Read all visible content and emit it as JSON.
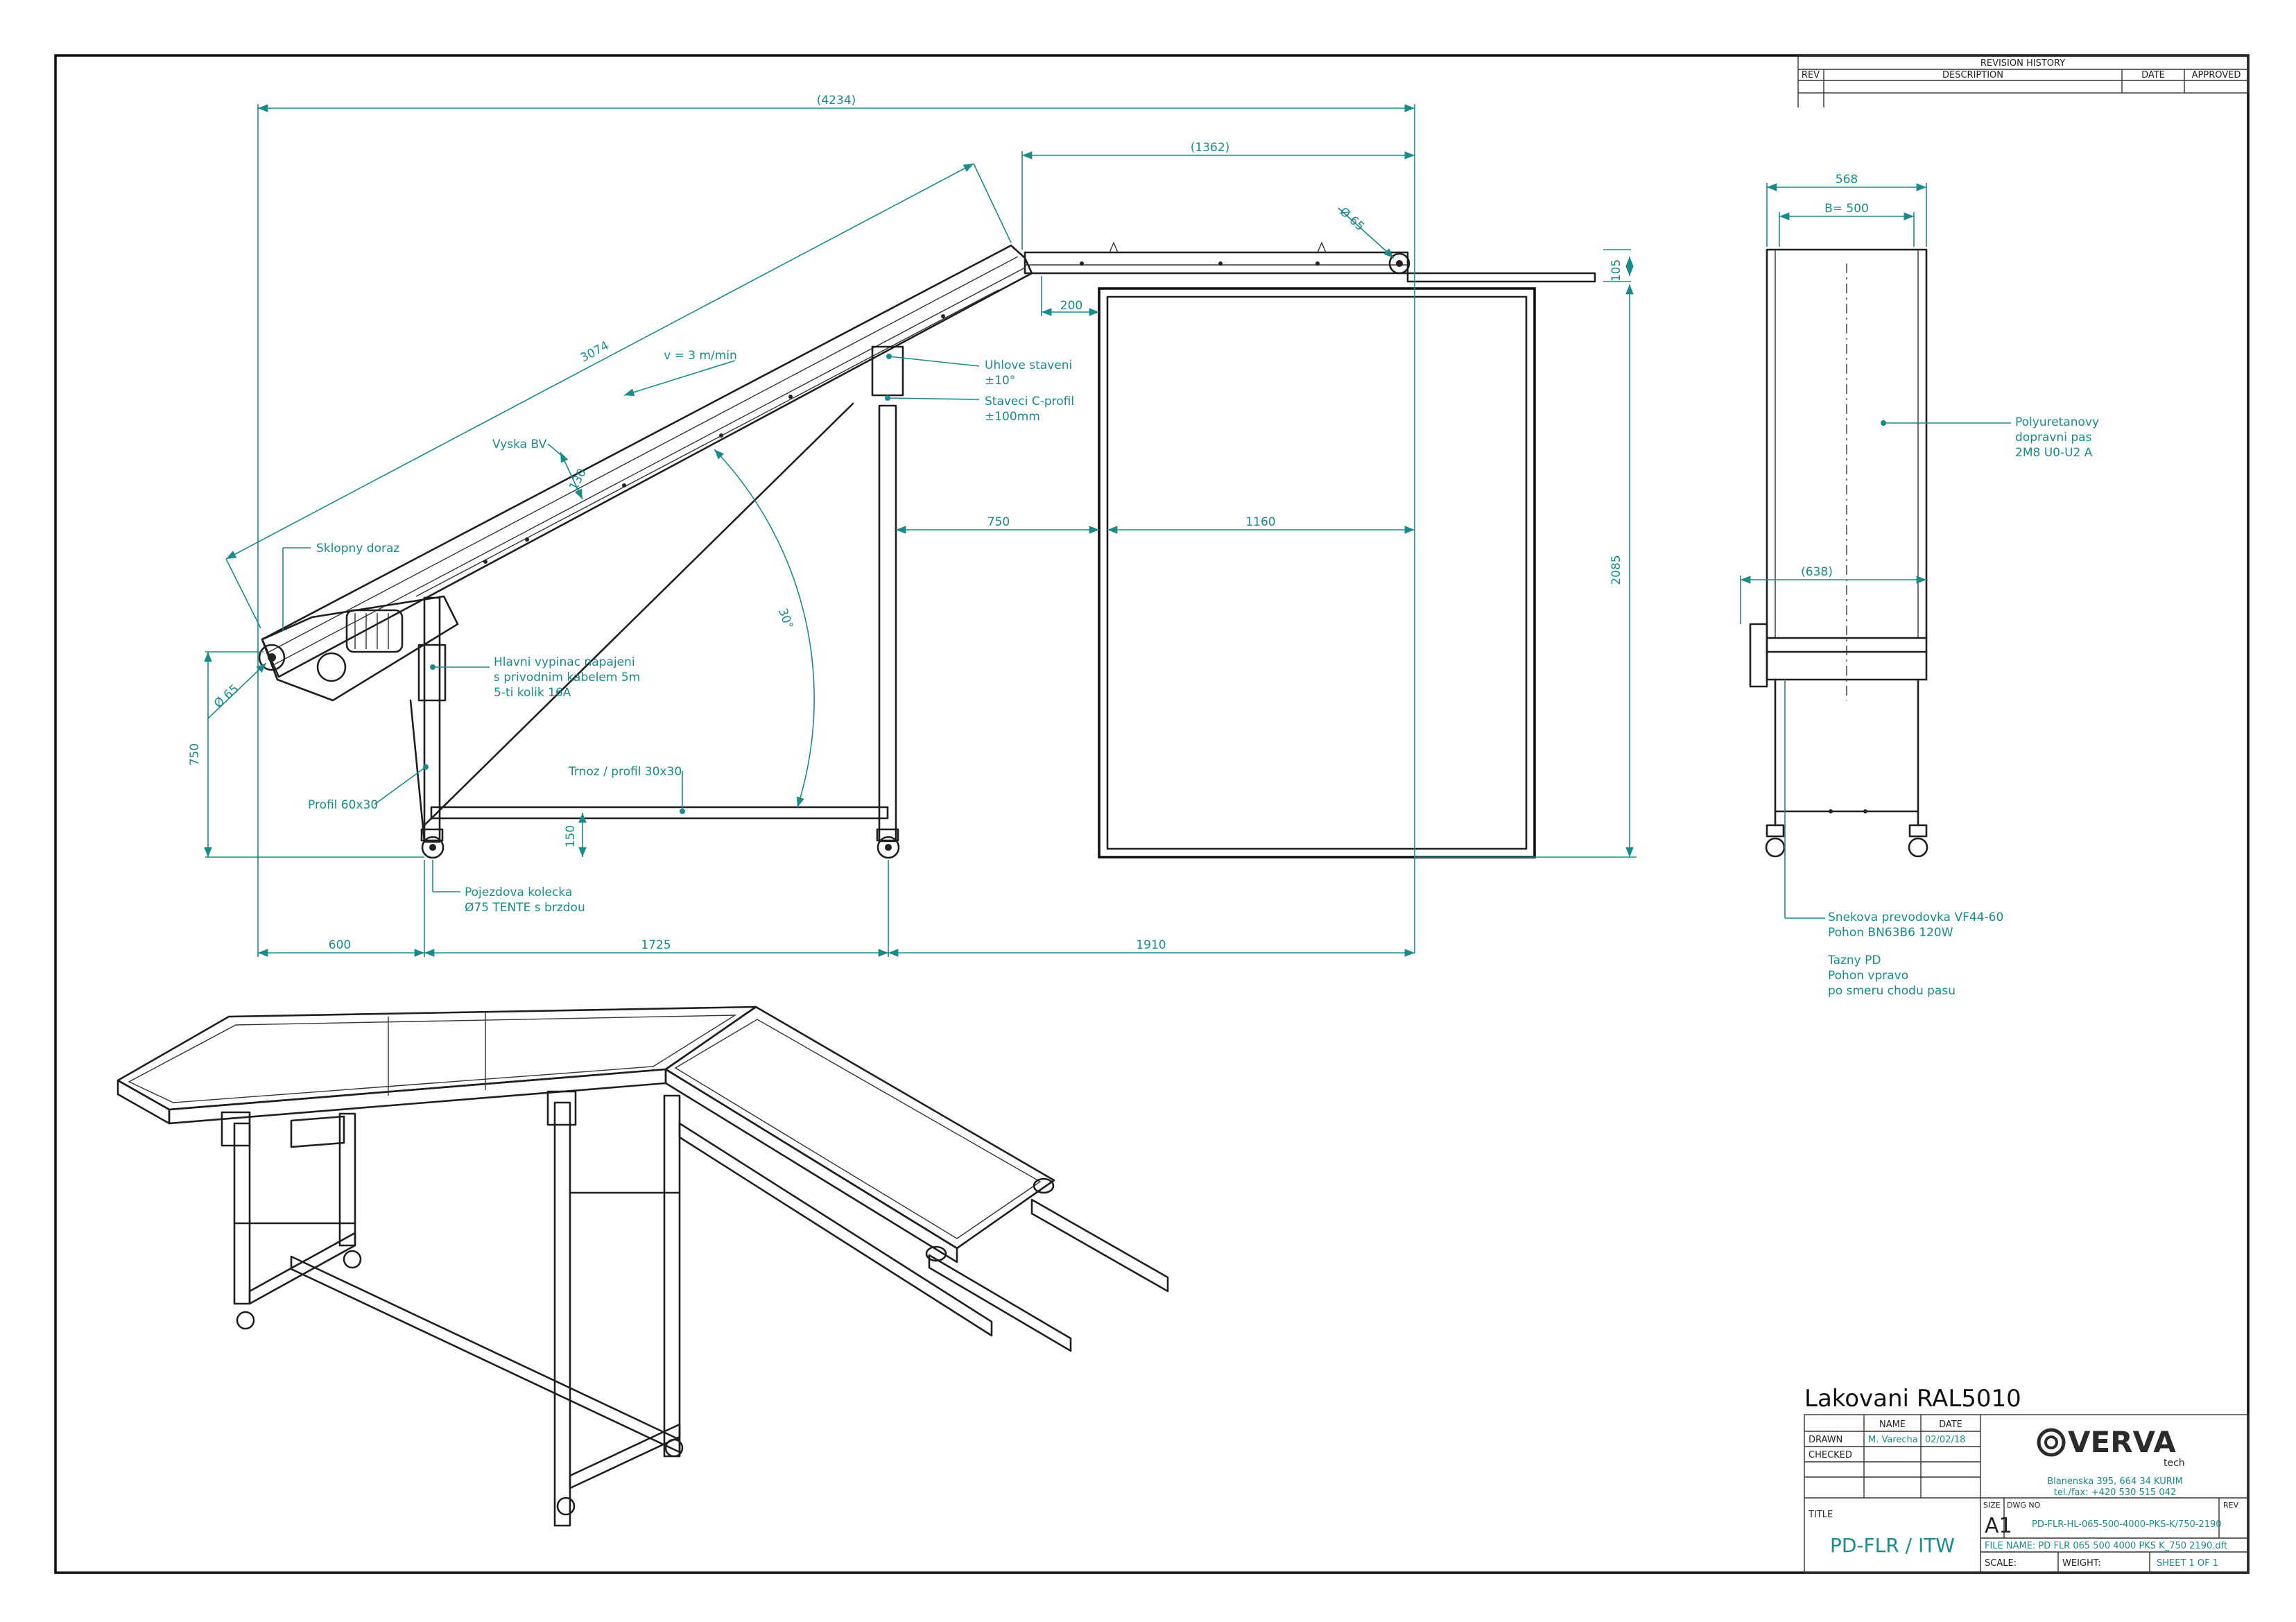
{
  "revision_history": {
    "title": "REVISION HISTORY",
    "col_rev": "REV",
    "col_description": "DESCRIPTION",
    "col_date": "DATE",
    "col_approved": "APPROVED"
  },
  "dimensions": {
    "overall_length": "(4234)",
    "top_section": "(1362)",
    "incline_length": "3074",
    "speed": "v = 3 m/min",
    "offset_200": "200",
    "height_105": "105",
    "dim_750_h": "750",
    "dim_1160": "1160",
    "total_height": "2085",
    "height_750": "750",
    "height_150": "150",
    "dim_600": "600",
    "dim_1725": "1725",
    "dim_1910": "1910",
    "roller_d_top": "Ø 65",
    "roller_d_bottom": "Ø 65",
    "angle": "30°",
    "belt_height": "130",
    "side_width": "568",
    "belt_width": "B= 500",
    "side_638": "(638)"
  },
  "notes": {
    "angle_adjust_1": "Uhlove staveni",
    "angle_adjust_2": "±10°",
    "c_profile_1": "Staveci C-profil",
    "c_profile_2": "±100mm",
    "belt_height_label": "Vyska BV",
    "stop_label": "Sklopny doraz",
    "switch_1": "Hlavni vypinac napajeni",
    "switch_2": "s privodnim kabelem 5m",
    "switch_3": "5-ti kolik 16A",
    "profile_60": "Profil 60x30",
    "crossbar": "Trnoz / profil 30x30",
    "wheels_1": "Pojezdova kolecka",
    "wheels_2": "Ø75 TENTE s brzdou",
    "belt_type_1": "Polyuretanovy",
    "belt_type_2": "dopravni pas",
    "belt_type_3": "2M8 U0-U2 A",
    "gear_1": "Snekova prevodovka VF44-60",
    "gear_2": "Pohon BN63B6 120W",
    "drive_1": "Tazny PD",
    "drive_2": "Pohon vpravo",
    "drive_3": "po smeru chodu pasu"
  },
  "title_block": {
    "finish": "Lakovani RAL5010",
    "name_col": "NAME",
    "date_col": "DATE",
    "drawn_label": "DRAWN",
    "drawn_name": "M. Varecha",
    "drawn_date": "02/02/18",
    "checked_label": "CHECKED",
    "title_label": "TITLE",
    "title_value": "PD-FLR / ITW",
    "size_label": "SIZE",
    "size_value": "A1",
    "dwg_label": "DWG NO",
    "dwg_value": "PD-FLR-HL-065-500-4000-PKS-K/750-2190",
    "rev_label": "REV",
    "file_name": "FILE NAME: PD FLR 065 500 4000 PKS K_750 2190.dft",
    "scale_label": "SCALE:",
    "weight_label": "WEIGHT:",
    "sheet_label": "SHEET 1 OF 1",
    "company_logo": "VERVA",
    "company_sub": "tech",
    "address_1": "Blanenska 395, 664 34 KURIM",
    "address_2": "tel./fax: +420 530 515 042"
  }
}
